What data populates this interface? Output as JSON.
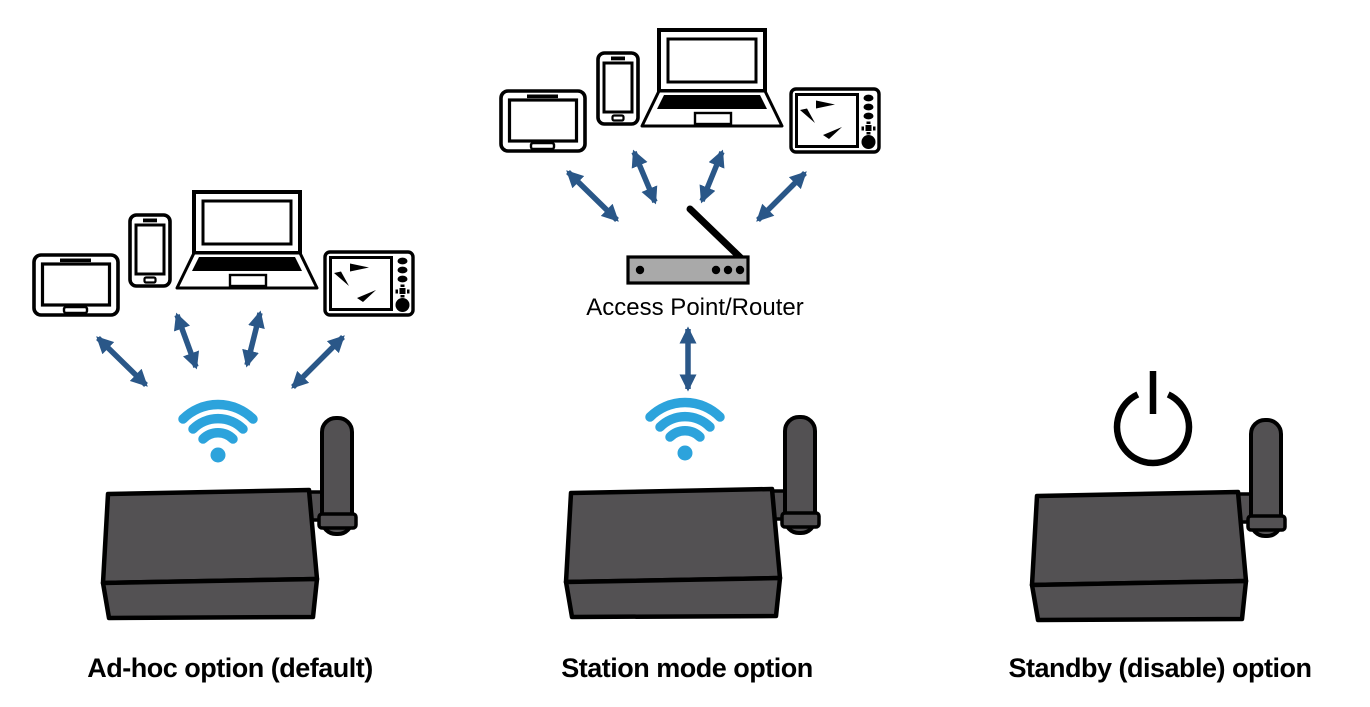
{
  "colors": {
    "ink": "#000000",
    "arrow": "#2A5788",
    "wifi": "#2CA3DC",
    "box": "#535153",
    "router": "#A9A9A9",
    "device": "#FFFFFF",
    "background": "#FFFFFF"
  },
  "panels": [
    {
      "id": "ad-hoc",
      "caption": "Ad-hoc option (default)",
      "devices": [
        "tablet",
        "smartphone",
        "laptop",
        "fishfinder-display"
      ],
      "icons": [
        "wifi-signal",
        "wireless-receiver-box"
      ]
    },
    {
      "id": "station-mode",
      "caption": "Station mode option",
      "router_label": "Access Point/Router",
      "devices": [
        "tablet",
        "smartphone",
        "laptop",
        "fishfinder-display"
      ],
      "icons": [
        "access-point-router",
        "wifi-signal",
        "wireless-receiver-box"
      ]
    },
    {
      "id": "standby",
      "caption": "Standby (disable) option",
      "icons": [
        "power-symbol",
        "wireless-receiver-box"
      ]
    }
  ]
}
